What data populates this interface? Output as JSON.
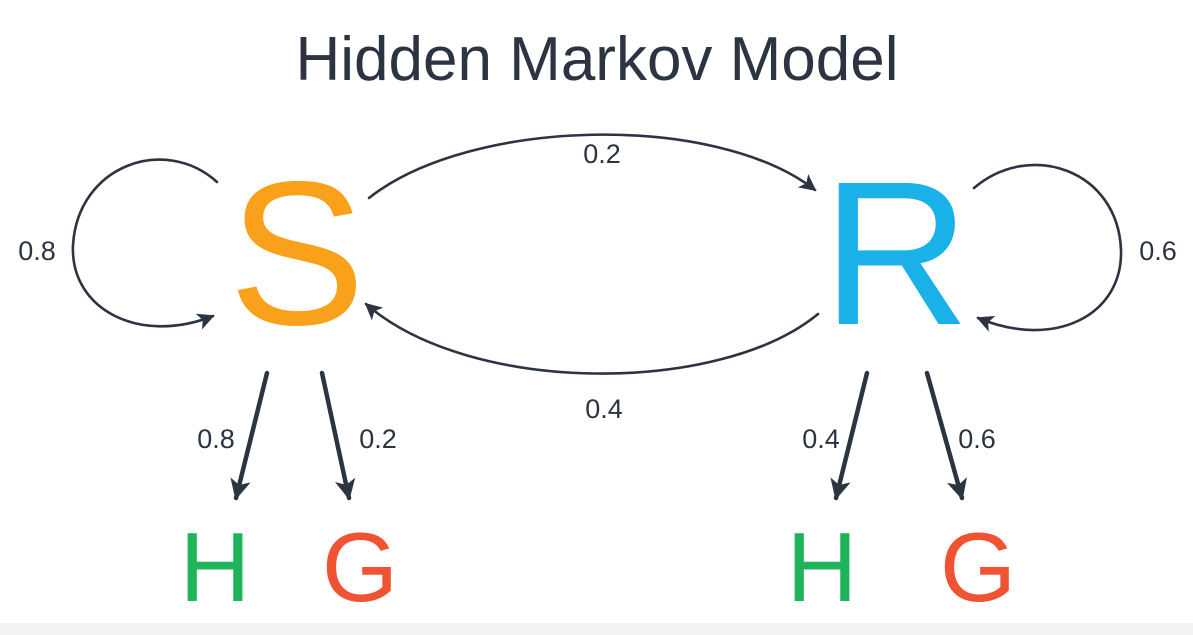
{
  "title": "Hidden Markov Model",
  "colors": {
    "text": "#2b3440",
    "arrow": "#2b3440",
    "state_s": "#f9a11b",
    "state_r": "#1ab0e8",
    "obs_h": "#1fb45a",
    "obs_g": "#ef5333",
    "bottom_strip": "#f3f3f4"
  },
  "states": [
    {
      "id": "S",
      "label": "S"
    },
    {
      "id": "R",
      "label": "R"
    }
  ],
  "transitions": {
    "s_to_s": "0.8",
    "s_to_r": "0.2",
    "r_to_s": "0.4",
    "r_to_r": "0.6"
  },
  "emissions": {
    "s": {
      "h_label": "H",
      "g_label": "G",
      "p_h": "0.8",
      "p_g": "0.2"
    },
    "r": {
      "h_label": "H",
      "g_label": "G",
      "p_h": "0.4",
      "p_g": "0.6"
    }
  }
}
